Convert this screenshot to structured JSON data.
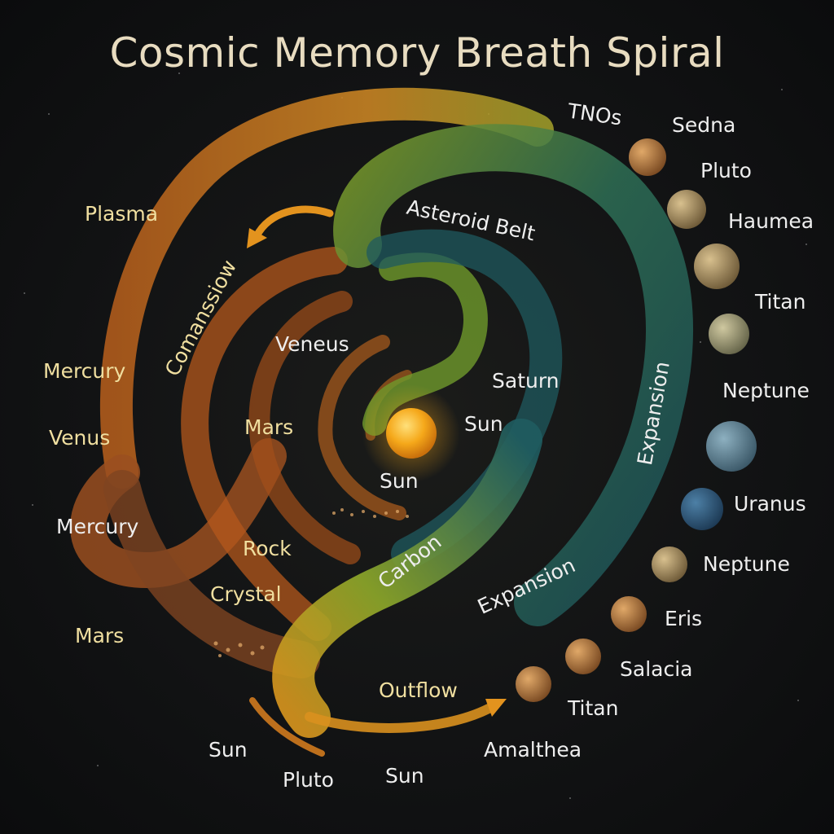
{
  "title": "Cosmic Memory Breath Spiral",
  "colors": {
    "background": "#121314",
    "orange_band": "#c8731e",
    "green_band": "#6f9a2c",
    "teal_band": "#1e5a60",
    "sun": "#f5a81a",
    "warm_label": "#f0dfa0"
  },
  "labels": {
    "plasma": "Plasma",
    "mercury_1": "Mercury",
    "venus_1": "Venus",
    "mercury_2": "Mercury",
    "mars_1": "Mars",
    "veneus": "Veneus",
    "mars_2": "Mars",
    "sun_center": "Sun",
    "sun_right": "Sun",
    "saturn": "Saturn",
    "rock": "Rock",
    "crystal": "Crystal",
    "carbon": "Carbon",
    "expansion_lower": "Expansion",
    "expansion_right": "Expansion",
    "comanssiow": "Comanssiow",
    "asteroid_belt": "Asteroid Belt",
    "outflow": "Outflow",
    "sun_bottom_left": "Sun",
    "pluto_bottom": "Pluto",
    "sun_bottom": "Sun",
    "tnos": "TNOs"
  },
  "bodies": [
    {
      "name": "Sedna",
      "icon": "sedna-planet-icon"
    },
    {
      "name": "Pluto",
      "icon": "pluto-planet-icon"
    },
    {
      "name": "Haumea",
      "icon": "haumea-planet-icon"
    },
    {
      "name": "Titan",
      "icon": "titan-planet-icon"
    },
    {
      "name": "Neptune",
      "icon": "neptune-planet-icon"
    },
    {
      "name": "Uranus",
      "icon": "uranus-planet-icon"
    },
    {
      "name": "Neptune",
      "icon": "neptune-planet-icon"
    },
    {
      "name": "Eris",
      "icon": "eris-planet-icon"
    },
    {
      "name": "Salacia",
      "icon": "salacia-planet-icon"
    },
    {
      "name": "Titan",
      "icon": "titan-planet-icon"
    },
    {
      "name": "Amalthea",
      "icon": "amalthea-planet-icon"
    }
  ]
}
